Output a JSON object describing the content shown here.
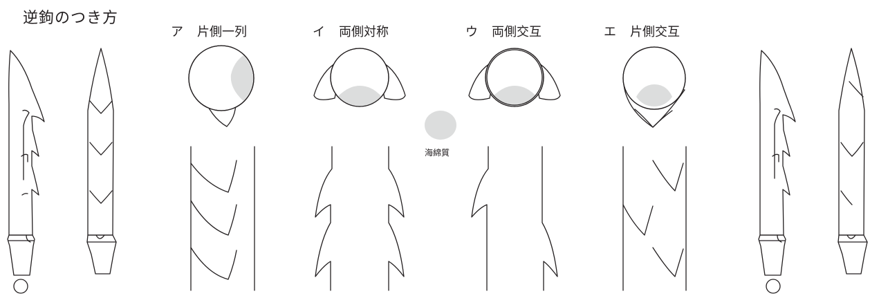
{
  "title": "逆鉤のつき方",
  "types": [
    {
      "letter": "ア",
      "name": "片側一列"
    },
    {
      "letter": "イ",
      "name": "両側対称"
    },
    {
      "letter": "ウ",
      "name": "両側交互"
    },
    {
      "letter": "エ",
      "name": "片側交互"
    }
  ],
  "legend": {
    "sponge_label": "海綿質"
  },
  "colors": {
    "line": "#231f20",
    "sponge": "#dcdddd",
    "background": "#ffffff"
  }
}
